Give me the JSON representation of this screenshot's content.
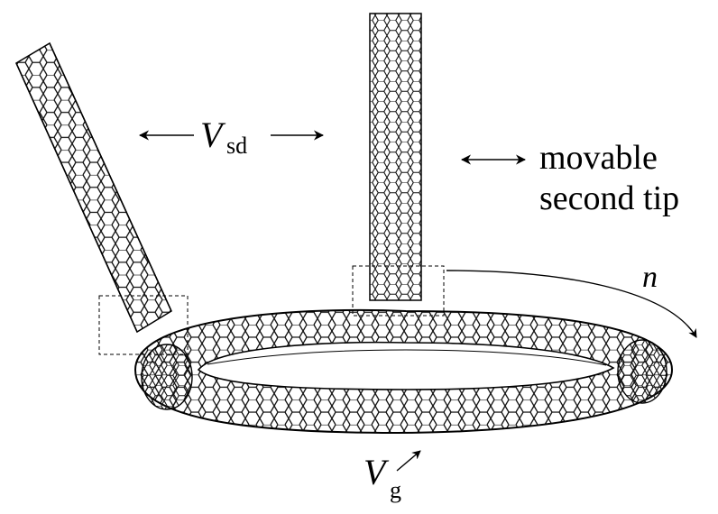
{
  "labels": {
    "vsd_main": "V",
    "vsd_sub": "sd",
    "movable_line1": "movable",
    "movable_line2": "second tip",
    "n": "n",
    "vg_main": "V",
    "vg_sub": "g"
  },
  "colors": {
    "ink": "#000000",
    "background": "#ffffff"
  }
}
